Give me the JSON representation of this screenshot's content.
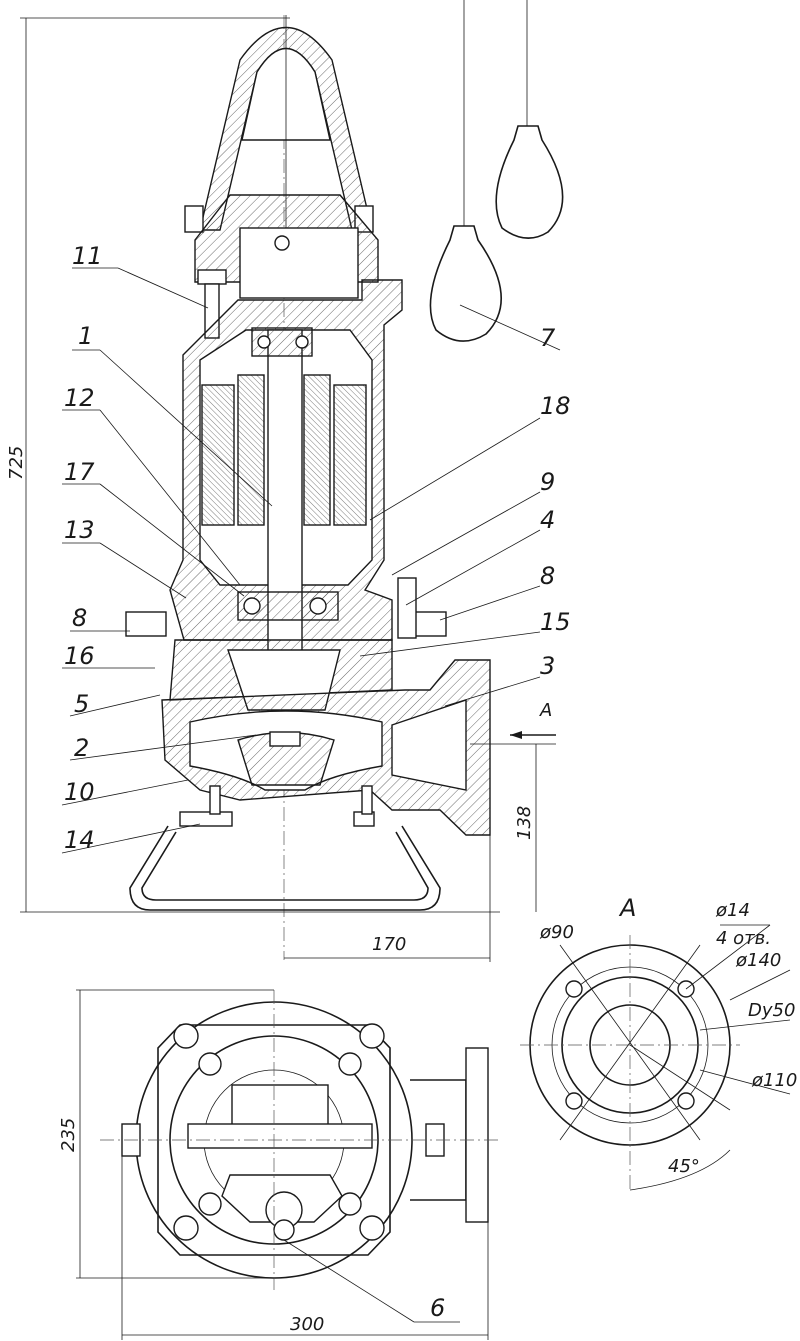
{
  "callouts": [
    {
      "id": "c11",
      "text": "11"
    },
    {
      "id": "c1",
      "text": "1"
    },
    {
      "id": "c12",
      "text": "12"
    },
    {
      "id": "c17",
      "text": "17"
    },
    {
      "id": "c13",
      "text": "13"
    },
    {
      "id": "c8a",
      "text": "8"
    },
    {
      "id": "c16",
      "text": "16"
    },
    {
      "id": "c5",
      "text": "5"
    },
    {
      "id": "c2",
      "text": "2"
    },
    {
      "id": "c10",
      "text": "10"
    },
    {
      "id": "c14",
      "text": "14"
    },
    {
      "id": "c7",
      "text": "7"
    },
    {
      "id": "c18",
      "text": "18"
    },
    {
      "id": "c9",
      "text": "9"
    },
    {
      "id": "c4",
      "text": "4"
    },
    {
      "id": "c8b",
      "text": "8"
    },
    {
      "id": "c15",
      "text": "15"
    },
    {
      "id": "c3",
      "text": "3"
    },
    {
      "id": "c6",
      "text": "6"
    }
  ],
  "dimensions": {
    "overall_height": "725",
    "outlet_height": "138",
    "outlet_offset": "170",
    "base_height": "235",
    "base_width": "300",
    "bolt_hole": "ø14",
    "bolt_count": "4 отв.",
    "inner_diameter": "ø90",
    "flange_diameter": "ø140",
    "nominal_bore": "Dy50",
    "bolt_circle": "ø110",
    "angle": "45°"
  },
  "views": {
    "section_arrow_label": "A",
    "flange_view_title": "A"
  }
}
